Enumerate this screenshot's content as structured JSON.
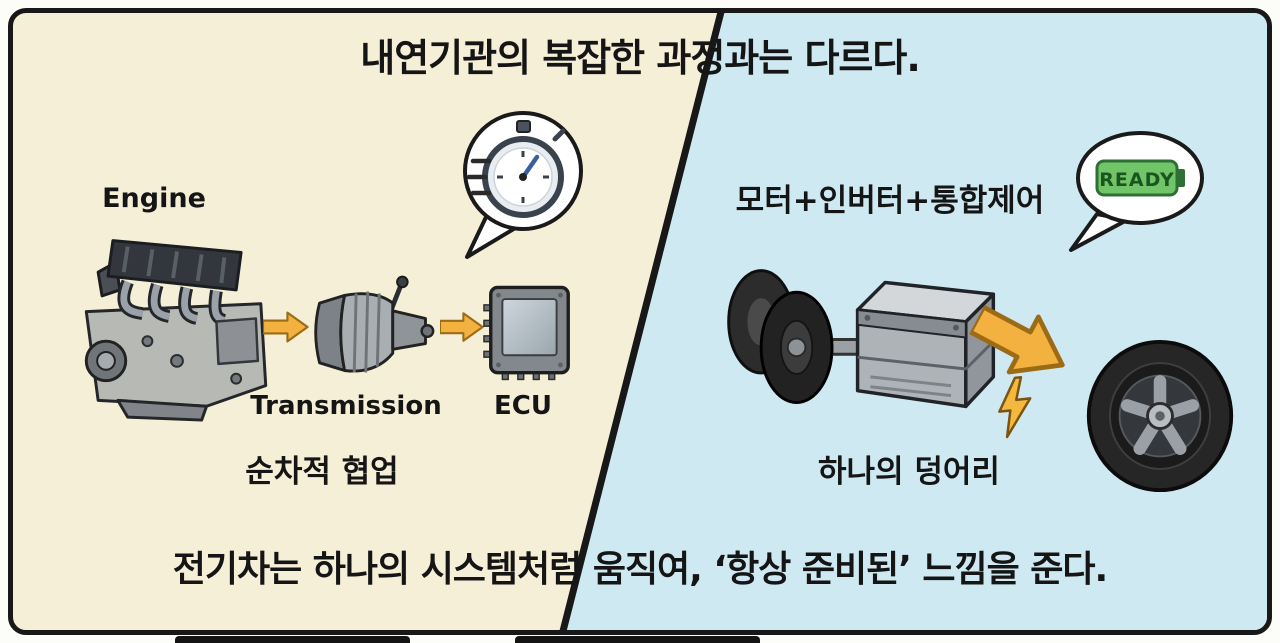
{
  "scene": {
    "title": "내연기관의 복잡한 과정과는 다르다.",
    "footer": "전기차는 하나의 시스템처럼 움직여, ‘항상 준비된’ 느낌을 준다."
  },
  "left_panel": {
    "engine_label": "Engine",
    "transmission_label": "Transmission",
    "ecu_label": "ECU",
    "caption": "순차적 협업",
    "icons": [
      "engine-illustration",
      "flow-arrow-icon",
      "transmission-illustration",
      "flow-arrow-icon",
      "ecu-illustration",
      "speech-bubble",
      "stopwatch-icon"
    ]
  },
  "right_panel": {
    "label": "모터+인버터+통합제어",
    "ready_badge": "READY",
    "caption": "하나의 덩어리",
    "icons": [
      "ev-drive-unit-illustration",
      "flow-arrow-icon",
      "lightning-bolt-icon",
      "wheel-illustration",
      "speech-bubble",
      "battery-ready-icon"
    ]
  },
  "colors": {
    "left_background": "#f6efd8",
    "right_background": "#cfe9f2",
    "frame_border": "#181818",
    "arrow_fill": "#f3b23f",
    "ready_green": "#72c469",
    "text": "#151515"
  }
}
